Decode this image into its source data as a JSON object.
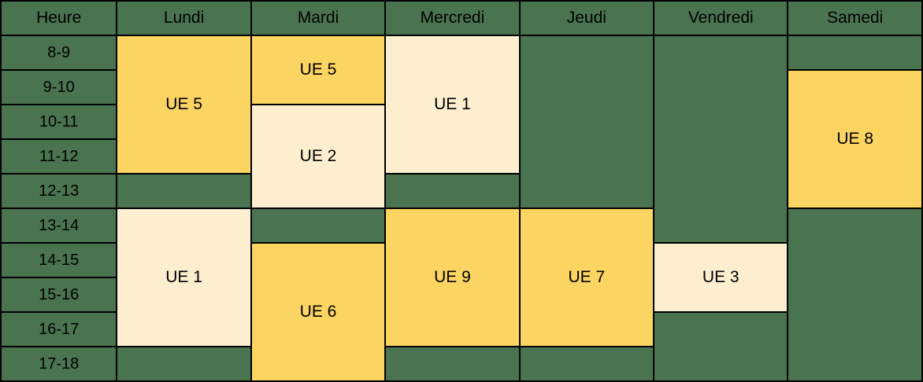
{
  "table": {
    "columns": [
      {
        "key": "heure",
        "label": "Heure"
      },
      {
        "key": "lundi",
        "label": "Lundi"
      },
      {
        "key": "mardi",
        "label": "Mardi"
      },
      {
        "key": "mercredi",
        "label": "Mercredi"
      },
      {
        "key": "jeudi",
        "label": "Jeudi"
      },
      {
        "key": "vendredi",
        "label": "Vendredi"
      },
      {
        "key": "samedi",
        "label": "Samedi"
      }
    ],
    "hours": [
      "8-9",
      "9-10",
      "10-11",
      "11-12",
      "12-13",
      "13-14",
      "14-15",
      "15-16",
      "16-17",
      "17-18"
    ],
    "colors": {
      "background_green": "#4a7450",
      "course_dark": "#fcd462",
      "course_light": "#fdeed0",
      "border": "#000000",
      "text": "#000000"
    },
    "courses": [
      {
        "day": "lundi",
        "label": "UE 5",
        "start": "8-9",
        "rowspan": 4,
        "tone": "dark"
      },
      {
        "day": "lundi",
        "label": "UE 1",
        "start": "13-14",
        "rowspan": 4,
        "tone": "light"
      },
      {
        "day": "mardi",
        "label": "UE 5",
        "start": "8-9",
        "rowspan": 2,
        "tone": "dark"
      },
      {
        "day": "mardi",
        "label": "UE 2",
        "start": "10-11",
        "rowspan": 3,
        "tone": "light"
      },
      {
        "day": "mardi",
        "label": "UE 6",
        "start": "14-15",
        "rowspan": 4,
        "tone": "dark"
      },
      {
        "day": "mercredi",
        "label": "UE 1",
        "start": "8-9",
        "rowspan": 4,
        "tone": "light"
      },
      {
        "day": "mercredi",
        "label": "UE 9",
        "start": "13-14",
        "rowspan": 4,
        "tone": "dark"
      },
      {
        "day": "jeudi",
        "label": "UE 7",
        "start": "13-14",
        "rowspan": 4,
        "tone": "dark"
      },
      {
        "day": "vendredi",
        "label": "UE 3",
        "start": "14-15",
        "rowspan": 2,
        "tone": "light"
      },
      {
        "day": "samedi",
        "label": "UE 8",
        "start": "9-10",
        "rowspan": 4,
        "tone": "dark"
      }
    ],
    "empty_blocks": [
      {
        "day": "lundi",
        "start": "12-13",
        "rowspan": 1
      },
      {
        "day": "lundi",
        "start": "17-18",
        "rowspan": 1
      },
      {
        "day": "mardi",
        "start": "13-14",
        "rowspan": 1
      },
      {
        "day": "mercredi",
        "start": "12-13",
        "rowspan": 1
      },
      {
        "day": "mercredi",
        "start": "17-18",
        "rowspan": 1
      },
      {
        "day": "jeudi",
        "start": "8-9",
        "rowspan": 5
      },
      {
        "day": "jeudi",
        "start": "17-18",
        "rowspan": 1
      },
      {
        "day": "vendredi",
        "start": "8-9",
        "rowspan": 6
      },
      {
        "day": "vendredi",
        "start": "16-17",
        "rowspan": 2
      },
      {
        "day": "samedi",
        "start": "8-9",
        "rowspan": 1
      },
      {
        "day": "samedi",
        "start": "13-14",
        "rowspan": 5
      }
    ]
  }
}
